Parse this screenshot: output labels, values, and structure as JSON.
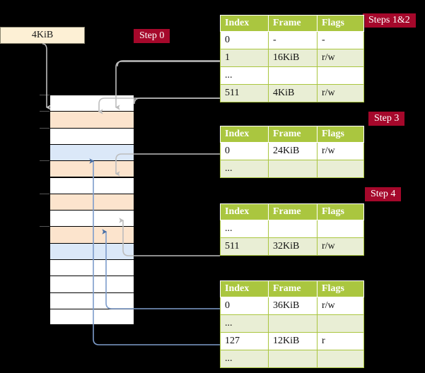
{
  "diagram": {
    "title_request": "4KiB",
    "steps": [
      {
        "id": "step0",
        "label": "Step 0"
      },
      {
        "id": "steps12",
        "label": "Steps 1&2"
      },
      {
        "id": "step3",
        "label": "Step 3"
      },
      {
        "id": "step4",
        "label": "Step 4"
      }
    ],
    "colors": {
      "badge_bg": "#a5082b",
      "badge_fg": "#ffffff",
      "table_header_bg": "#aac63f",
      "table_alt_row_bg": "#e9eed5",
      "highlight_bg": "#fbf59b",
      "request_box_bg": "#fdf0d5",
      "mem_orange": "#fce4cd",
      "mem_blue": "#dbe8f8",
      "connector_gray": "#b0b0b0",
      "connector_blue": "#6f8fc0"
    },
    "memory_column": {
      "name": "physical-memory",
      "row_count": 12,
      "rows": [
        {
          "index": 0,
          "fill": "white",
          "tick": true
        },
        {
          "index": 1,
          "fill": "orange",
          "tick": true
        },
        {
          "index": 2,
          "fill": "white",
          "tick": true
        },
        {
          "index": 3,
          "fill": "blue",
          "tick": false
        },
        {
          "index": 4,
          "fill": "orange",
          "tick": true
        },
        {
          "index": 5,
          "fill": "white",
          "tick": false
        },
        {
          "index": 6,
          "fill": "orange",
          "tick": true
        },
        {
          "index": 7,
          "fill": "white",
          "tick": false
        },
        {
          "index": 8,
          "fill": "orange",
          "tick": true
        },
        {
          "index": 9,
          "fill": "blue",
          "tick": false
        },
        {
          "index": 10,
          "fill": "white",
          "tick": false
        },
        {
          "index": 11,
          "fill": "white",
          "tick": false
        },
        {
          "index": 12,
          "fill": "white",
          "tick": false
        },
        {
          "index": 13,
          "fill": "white",
          "tick": false
        }
      ]
    },
    "tables": [
      {
        "name": "page-table-1",
        "columns": [
          "Index",
          "Frame",
          "Flags"
        ],
        "rows": [
          {
            "cells": [
              "0",
              "-",
              "-"
            ],
            "alt": false,
            "highlight": false
          },
          {
            "cells": [
              "1",
              "16KiB",
              "r/w"
            ],
            "alt": true,
            "highlight": false
          },
          {
            "cells": [
              "...",
              "",
              ""
            ],
            "alt": false,
            "highlight": false
          },
          {
            "cells": [
              "511",
              "4KiB",
              "r/w"
            ],
            "alt": true,
            "highlight": true
          }
        ]
      },
      {
        "name": "page-table-2",
        "columns": [
          "Index",
          "Frame",
          "Flags"
        ],
        "rows": [
          {
            "cells": [
              "0",
              "24KiB",
              "r/w"
            ],
            "alt": false,
            "highlight": false
          },
          {
            "cells": [
              "...",
              "",
              ""
            ],
            "alt": true,
            "highlight": false
          }
        ]
      },
      {
        "name": "page-table-3",
        "columns": [
          "Index",
          "Frame",
          "Flags"
        ],
        "rows": [
          {
            "cells": [
              "...",
              "",
              ""
            ],
            "alt": false,
            "highlight": false
          },
          {
            "cells": [
              "511",
              "32KiB",
              "r/w"
            ],
            "alt": true,
            "highlight": false
          }
        ]
      },
      {
        "name": "page-table-4",
        "columns": [
          "Index",
          "Frame",
          "Flags"
        ],
        "rows": [
          {
            "cells": [
              "0",
              "36KiB",
              "r/w"
            ],
            "alt": false,
            "highlight": false
          },
          {
            "cells": [
              "...",
              "",
              ""
            ],
            "alt": true,
            "highlight": false
          },
          {
            "cells": [
              "127",
              "12KiB",
              "r"
            ],
            "alt": false,
            "highlight": false
          },
          {
            "cells": [
              "...",
              "",
              ""
            ],
            "alt": true,
            "highlight": false
          }
        ]
      }
    ]
  }
}
